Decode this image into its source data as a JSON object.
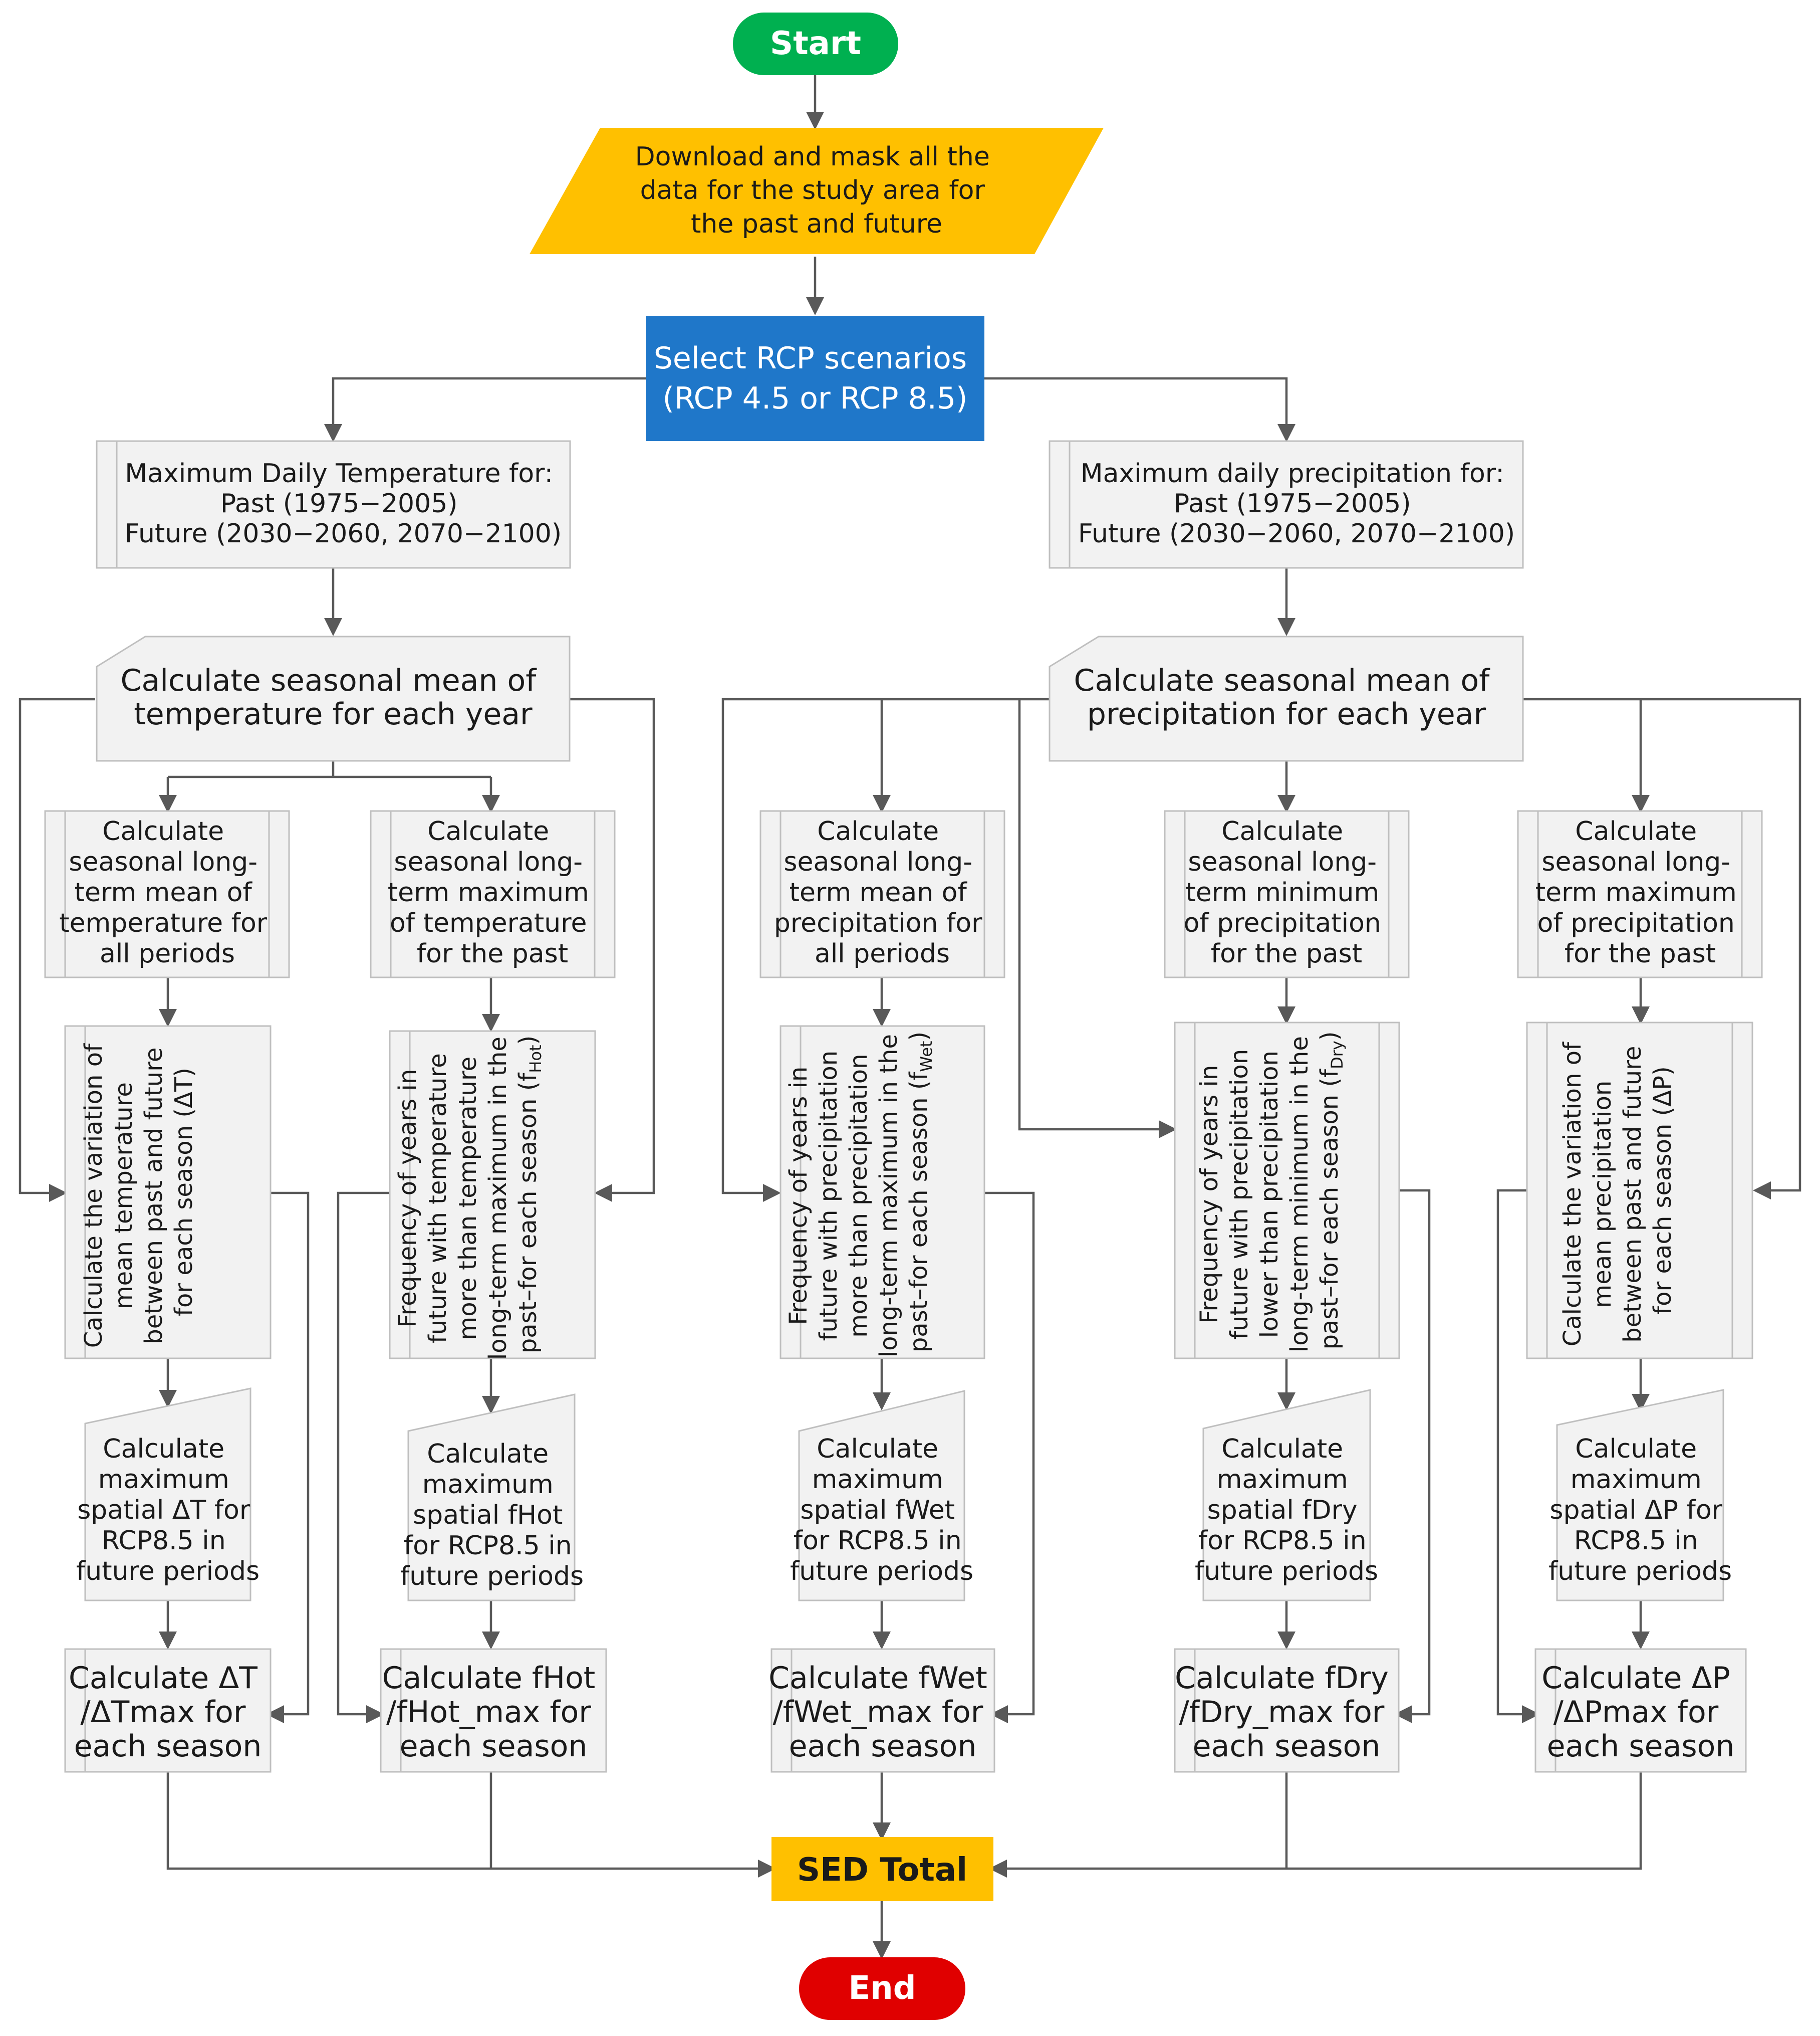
{
  "nodes": {
    "start": {
      "label": "Start",
      "color": "#00b050"
    },
    "download": {
      "lines": [
        "Download and mask all the",
        "data for the study area for",
        "the past and future"
      ],
      "color": "#ffc000"
    },
    "rcp": {
      "lines": [
        "Select RCP scenarios",
        "(RCP 4.5 or RCP 8.5)"
      ],
      "color": "#1f77c9"
    },
    "temp_data": {
      "lines": [
        "Maximum Daily Temperature for:",
        "Past (1975−2005)",
        "Future (2030−2060, 2070−2100)"
      ]
    },
    "precip_data": {
      "lines": [
        "Maximum daily precipitation for:",
        "Past (1975−2005)",
        "Future (2030−2060, 2070−2100)"
      ]
    },
    "temp_seasonal": {
      "lines": [
        "Calculate seasonal mean of",
        "temperature for each year"
      ]
    },
    "precip_seasonal": {
      "lines": [
        "Calculate seasonal mean of",
        "precipitation for each year"
      ]
    },
    "t_mean_lt": {
      "lines": [
        "Calculate",
        "seasonal long-",
        "term mean of",
        "temperature for",
        "all periods"
      ]
    },
    "t_max_lt": {
      "lines": [
        "Calculate",
        "seasonal long-",
        "term maximum",
        "of temperature",
        "for the past"
      ]
    },
    "p_mean_lt": {
      "lines": [
        "Calculate",
        "seasonal long-",
        "term mean of",
        "precipitation for",
        "all periods"
      ]
    },
    "p_min_lt": {
      "lines": [
        "Calculate",
        "seasonal long-",
        "term minimum",
        "of precipitation",
        "for the past"
      ]
    },
    "p_max_lt": {
      "lines": [
        "Calculate",
        "seasonal long-",
        "term maximum",
        "of precipitation",
        "for the past"
      ]
    },
    "delta_t": {
      "lines": [
        "Calculate the variation of",
        "mean temperature",
        "between past and future",
        "for each season (ΔT)"
      ]
    },
    "f_hot": {
      "lines": [
        "Frequency of years in",
        "future with temperature",
        "more than temperature",
        "long-term maximum in the"
      ],
      "last_line": "past–for each season (f",
      "sub": "Hot",
      "close": ")"
    },
    "f_wet": {
      "lines": [
        "Frequency of years in",
        "future with precipitation",
        "more than precipitation",
        "long-term maximum in the"
      ],
      "last_line": "past–for each season (f",
      "sub": "Wet",
      "close": ")"
    },
    "f_dry": {
      "lines": [
        "Frequency of years in",
        "future with precipitation",
        "lower than precipitation",
        "long-term minimum in the"
      ],
      "last_line": "past–for each season (f",
      "sub": "Dry",
      "close": ")"
    },
    "delta_p": {
      "lines": [
        "Calculate the variation of",
        "mean precipitation",
        "between past and future",
        "for each season (ΔP)"
      ]
    },
    "max_dt": {
      "lines": [
        "Calculate",
        "maximum",
        "spatial ΔT for",
        "RCP8.5 in",
        "future periods"
      ]
    },
    "max_fhot": {
      "lines": [
        "Calculate",
        "maximum",
        "spatial fHot",
        "for RCP8.5 in",
        "future periods"
      ]
    },
    "max_fwet": {
      "lines": [
        "Calculate",
        "maximum",
        "spatial fWet",
        "for RCP8.5 in",
        "future periods"
      ]
    },
    "max_fdry": {
      "lines": [
        "Calculate",
        "maximum",
        "spatial fDry",
        "for RCP8.5 in",
        "future periods"
      ]
    },
    "max_dp": {
      "lines": [
        "Calculate",
        "maximum",
        "spatial ΔP for",
        "RCP8.5 in",
        "future periods"
      ]
    },
    "ratio_dt": {
      "lines": [
        "Calculate ΔT",
        "/ΔTmax for",
        "each season"
      ]
    },
    "ratio_fhot": {
      "lines": [
        "Calculate fHot",
        "/fHot_max for",
        "each season"
      ]
    },
    "ratio_fwet": {
      "lines": [
        "Calculate fWet",
        "/fWet_max for",
        "each season"
      ]
    },
    "ratio_fdry": {
      "lines": [
        "Calculate fDry",
        "/fDry_max for",
        "each season"
      ]
    },
    "ratio_dp": {
      "lines": [
        "Calculate ΔP",
        "/ΔPmax for",
        "each season"
      ]
    },
    "sed": {
      "label": "SED Total",
      "color": "#ffc000"
    },
    "end": {
      "label": "End",
      "color": "#e00000"
    }
  },
  "colors": {
    "box_fill": "#f2f2f2",
    "box_stroke": "#bfbfbf",
    "connector": "#595959",
    "terminal_text": "#ffffff"
  }
}
